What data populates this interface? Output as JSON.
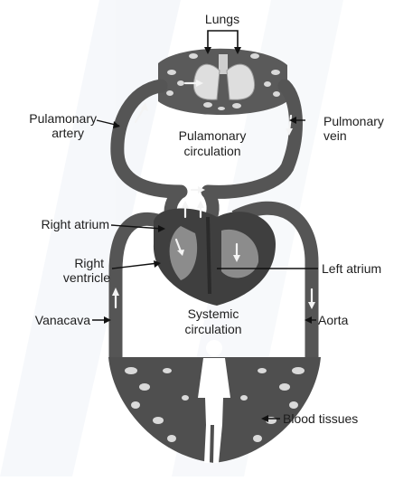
{
  "colors": {
    "vessel": "#4d4d4d",
    "vessel_light": "#7a7a7a",
    "heart": "#3c3c3c",
    "organ": "#d7d7d7",
    "arrow_white": "#f4f4f4",
    "text": "#1e1e1e",
    "background_tint": "#f1f4f8"
  },
  "labels": {
    "lungs": "Lungs",
    "pulmonary_artery_1": "Pulamonary",
    "pulmonary_artery_2": "artery",
    "pulmonary_circulation_1": "Pulamonary",
    "pulmonary_circulation_2": "circulation",
    "pulmonary_vein_1": "Pulmonary",
    "pulmonary_vein_2": "vein",
    "right_atrium": "Right atrium",
    "right_ventricle_1": "Right",
    "right_ventricle_2": "ventricle",
    "left_atrium": "Left atrium",
    "vena_cava": "Vanacava",
    "systemic_circulation_1": "Systemic",
    "systemic_circulation_2": "circulation",
    "aorta": "Aorta",
    "blood_tissues": "Blood tissues"
  }
}
